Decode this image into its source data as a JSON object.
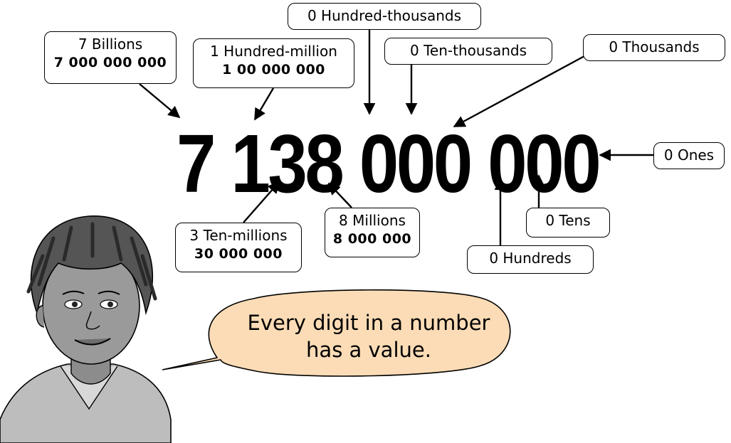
{
  "number": "7 138 000 000",
  "speech": {
    "line1": "Every digit in a number",
    "line2": "has a value."
  },
  "labels": {
    "billions": {
      "name": "7 Billions",
      "value": "7 000 000 000"
    },
    "hundred_millions": {
      "name": "1 Hundred-million",
      "value": "1 00 000 000"
    },
    "ten_millions": {
      "name": "3 Ten-millions",
      "value": "30 000 000"
    },
    "millions": {
      "name": "8 Millions",
      "value": "8 000 000"
    },
    "hundred_thousands": {
      "name": "0 Hundred-thousands"
    },
    "ten_thousands": {
      "name": "0 Ten-thousands"
    },
    "thousands": {
      "name": "0 Thousands"
    },
    "hundreds": {
      "name": "0 Hundreds"
    },
    "tens": {
      "name": "0 Tens"
    },
    "ones": {
      "name": "0 Ones"
    }
  },
  "colors": {
    "bubble_fill": "#fbdcb6",
    "outline": "#000000",
    "character_grey": "#9a9a9a"
  }
}
